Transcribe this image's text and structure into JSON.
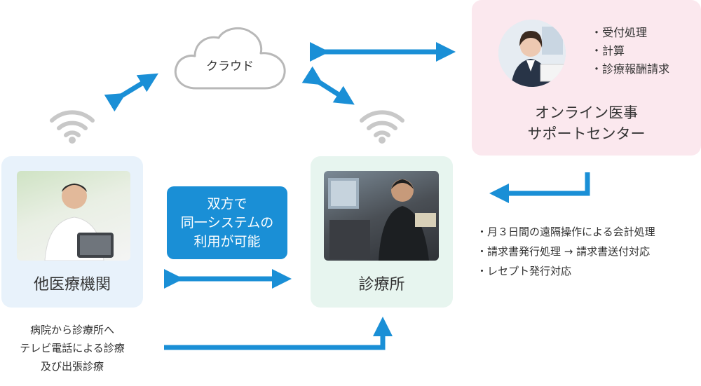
{
  "cloud": {
    "label": "クラウド"
  },
  "hospital": {
    "label": "他医療機関"
  },
  "clinic": {
    "label": "診療所"
  },
  "support_center": {
    "title_line1": "オンライン医事",
    "title_line2": "サポートセンター",
    "tasks": [
      "受付処理",
      "計算",
      "診療報酬請求"
    ]
  },
  "shared_system": {
    "line1": "双方で",
    "line2": "同一システムの",
    "line3": "利用が可能"
  },
  "telemedicine_note": {
    "line1": "病院から診療所へ",
    "line2": "テレビ電話による診療",
    "line3": "及び出張診療"
  },
  "remote_services": [
    "月３日間の遠隔操作による会計処理",
    "請求書発行処理 → 請求書送付対応",
    "レセプト発行対応"
  ],
  "colors": {
    "arrow": "#1a8fd6",
    "cloud_stroke": "#b8b8b8",
    "wifi": "#c8c8c8",
    "hospital_box": "#e8f2fb",
    "clinic_box": "#e7f5ef",
    "center_box": "#fbe8ee"
  }
}
